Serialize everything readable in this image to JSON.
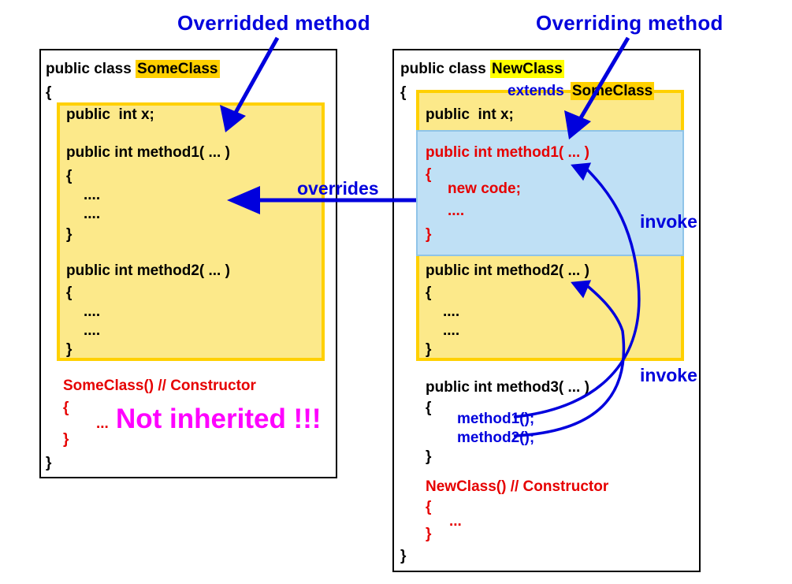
{
  "headings": {
    "overridden": "Overridded method",
    "overriding": "Overriding method"
  },
  "colors": {
    "annotation_blue": "#0000dd",
    "code_red": "#e60000",
    "highlight_gold": "#ffd000",
    "highlight_yellow": "#ffff00",
    "member_yellow": "#fce98a",
    "override_blue": "#bfe0f5",
    "emphasis_magenta": "#ff00ff"
  },
  "some_class": {
    "decl_prefix": "public class ",
    "decl_name": "SomeClass",
    "open_brace": "{",
    "close_brace": "}",
    "members": {
      "field": "public  int x;",
      "method1": {
        "signature": "public int method1( ... )",
        "open": "{",
        "body": [
          "....",
          "...."
        ],
        "close": "}"
      },
      "method2": {
        "signature": "public int method2( ... )",
        "open": "{",
        "body": [
          "....",
          "...."
        ],
        "close": "}"
      }
    },
    "constructor": {
      "signature": "SomeClass() // Constructor",
      "open": "{",
      "body": "...",
      "close": "}"
    },
    "note": "Not inherited !!!"
  },
  "new_class": {
    "decl_prefix": "public class ",
    "decl_name": "NewClass",
    "extends_keyword": "extends",
    "extends_name": "SomeClass",
    "open_brace": "{",
    "close_brace": "}",
    "members": {
      "field": "public  int x;",
      "method1": {
        "signature": "public int method1( ... )",
        "open": "{",
        "body": [
          "new code;",
          "...."
        ],
        "close": "}"
      },
      "method2": {
        "signature": "public int method2( ... )",
        "open": "{",
        "body": [
          "....",
          "...."
        ],
        "close": "}"
      },
      "method3": {
        "signature": "public int method3( ... )",
        "open": "{",
        "calls": [
          "method1();",
          "method2();"
        ],
        "close": "}"
      }
    },
    "constructor": {
      "signature": "NewClass() // Constructor",
      "open": "{",
      "body": "...",
      "close": "}"
    }
  },
  "annotations": {
    "overrides": "overrides",
    "invoke_1": "invoke",
    "invoke_2": "invoke"
  }
}
